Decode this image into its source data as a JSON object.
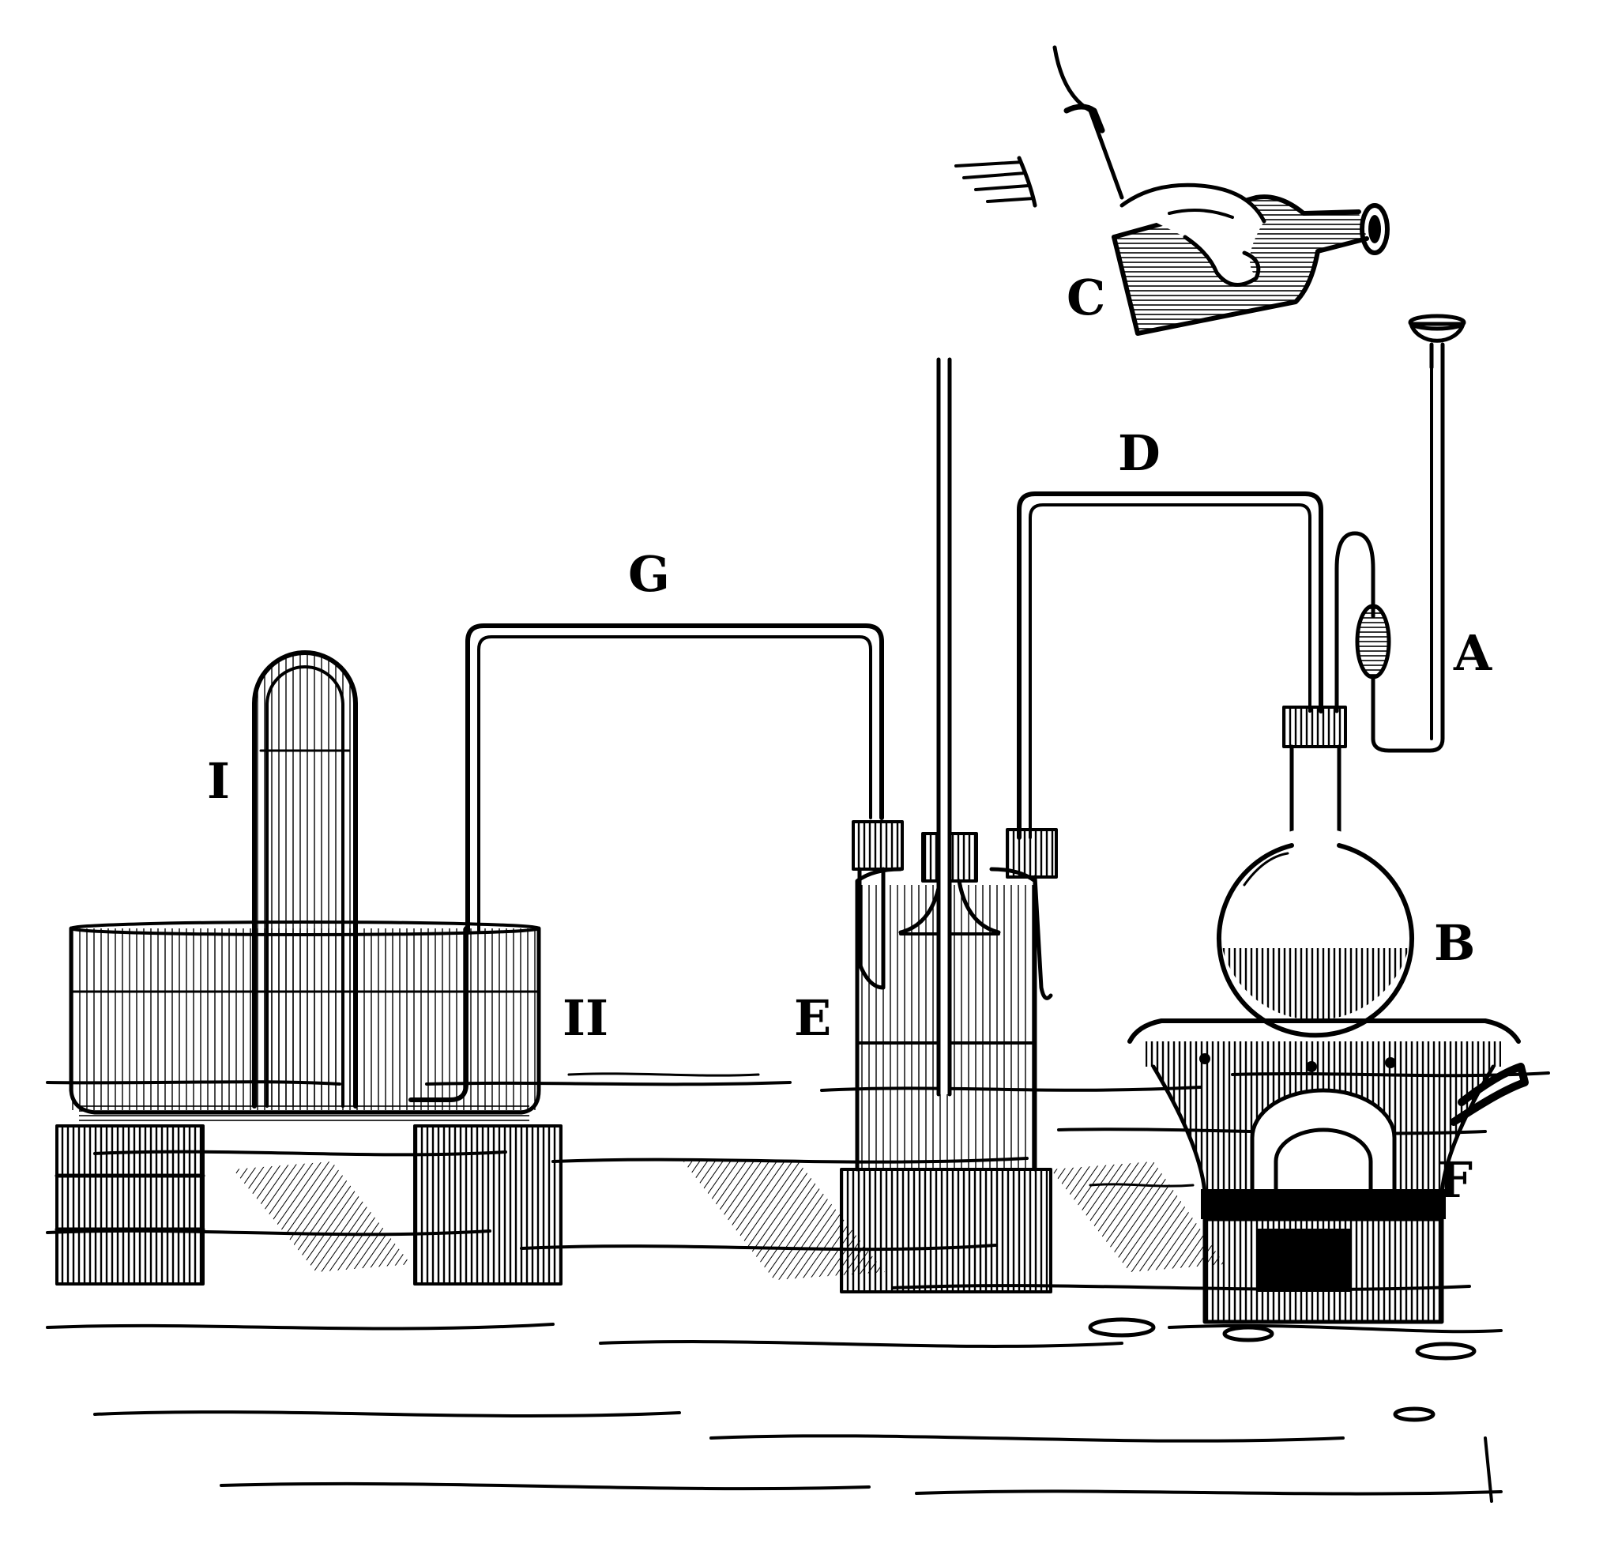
{
  "labels": {
    "A": "A",
    "B": "B",
    "C": "C",
    "D": "D",
    "E": "E",
    "F": "F",
    "G": "G",
    "H": "II",
    "I": "I"
  },
  "colors": {
    "ink": "#000000",
    "paper": "#ffffff"
  }
}
